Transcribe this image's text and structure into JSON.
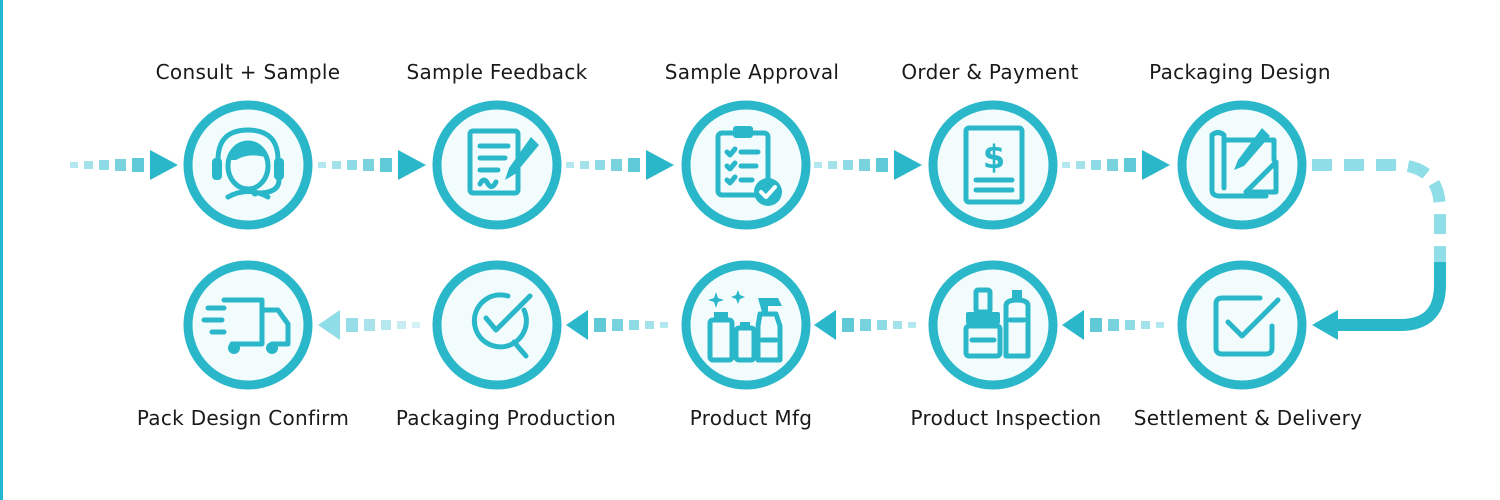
{
  "steps": [
    {
      "label": "Consult + Sample",
      "icon": "headset-support-icon"
    },
    {
      "label": "Sample Feedback",
      "icon": "signed-document-icon"
    },
    {
      "label": "Sample Approval",
      "icon": "clipboard-checklist-icon"
    },
    {
      "label": "Order & Payment",
      "icon": "invoice-dollar-icon"
    },
    {
      "label": "Packaging Design",
      "icon": "design-blueprint-icon"
    },
    {
      "label": "Settlement & Delivery",
      "icon": "checkbox-icon"
    },
    {
      "label": "Product Inspection",
      "icon": "cosmetic-bottles-icon"
    },
    {
      "label": "Product Mfg",
      "icon": "cleaning-products-icon"
    },
    {
      "label": "Packaging Production",
      "icon": "quality-search-icon"
    },
    {
      "label": "Pack Design Confirm",
      "icon": "delivery-truck-icon"
    }
  ],
  "colors": {
    "accent": "#2ab7c9",
    "accent_light": "#8fdde6",
    "circle_fill": "#f3fcfd",
    "text": "#1a1a1a"
  }
}
